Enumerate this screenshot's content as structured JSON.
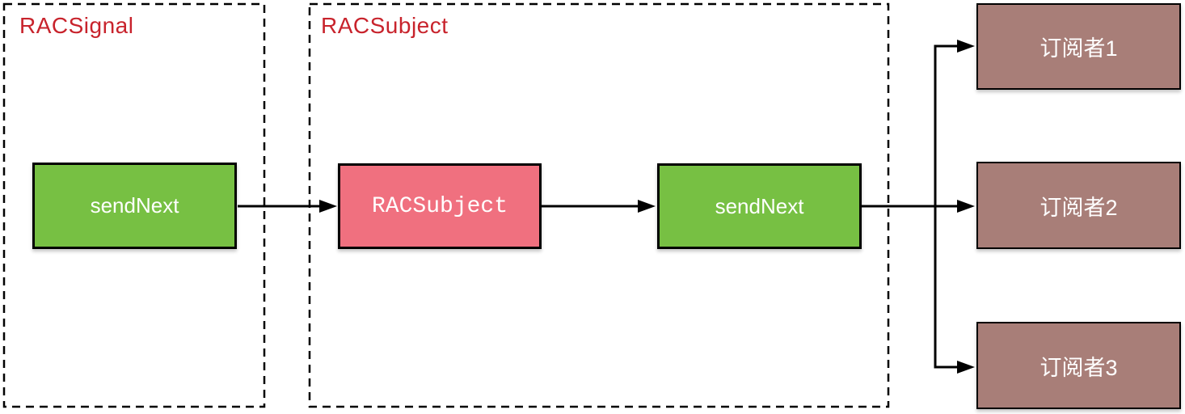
{
  "diagram": {
    "groups": [
      {
        "id": "racsignal",
        "label": "RACSignal"
      },
      {
        "id": "racsubject",
        "label": "RACSubject"
      }
    ],
    "nodes": {
      "send_next_1": {
        "label": "sendNext",
        "group": "RACSignal"
      },
      "rac_subject": {
        "label": "RACSubject",
        "group": "RACSubject"
      },
      "send_next_2": {
        "label": "sendNext",
        "group": "RACSubject"
      },
      "subscriber_1": {
        "label": "订阅者1"
      },
      "subscriber_2": {
        "label": "订阅者2"
      },
      "subscriber_3": {
        "label": "订阅者3"
      }
    },
    "edges": [
      {
        "from": "send_next_1",
        "to": "rac_subject"
      },
      {
        "from": "rac_subject",
        "to": "send_next_2"
      },
      {
        "from": "send_next_2",
        "to": "subscriber_1"
      },
      {
        "from": "send_next_2",
        "to": "subscriber_2"
      },
      {
        "from": "send_next_2",
        "to": "subscriber_3"
      }
    ],
    "colors": {
      "node_green": "#77c043",
      "node_pink": "#f0707f",
      "node_mauve": "#a87e78",
      "group_label_red": "#c8232c",
      "line_black": "#000000",
      "node_text_white": "#ffffff"
    }
  }
}
